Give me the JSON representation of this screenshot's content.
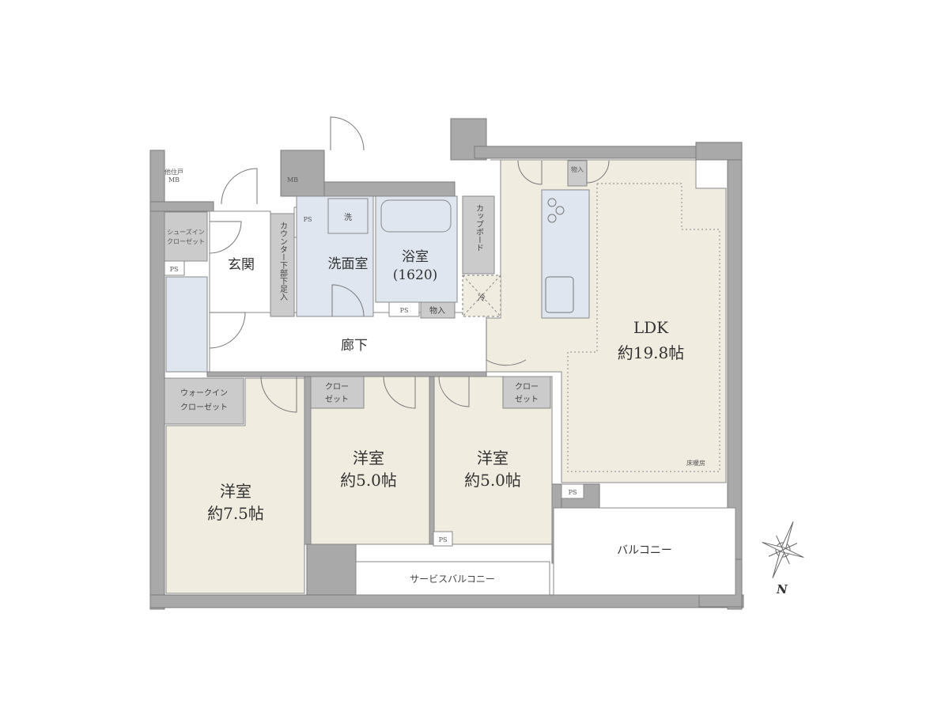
{
  "plan": {
    "ldk": {
      "name": "LDK",
      "size": "約19.8帖",
      "floor_heating": "床暖房"
    },
    "bedroom_large": {
      "name": "洋室",
      "size": "約7.5帖"
    },
    "bedroom_mid": {
      "name": "洋室",
      "size": "約5.0帖"
    },
    "bedroom_right": {
      "name": "洋室",
      "size": "約5.0帖"
    },
    "entrance": "玄関",
    "corridor": "廊下",
    "washroom": "洗面室",
    "bathroom": {
      "name": "浴室",
      "size": "(1620)"
    },
    "washer": "洗",
    "shoes_closet": [
      "シューズイン",
      "クローゼット"
    ],
    "walkin_closet": [
      "ウォークイン",
      "クローゼット"
    ],
    "closet_mid": [
      "クロー",
      "ゼット"
    ],
    "closet_right": [
      "クロー",
      "ゼット"
    ],
    "counter": "カウンター下部下足入",
    "cupboard": "カップボード",
    "storage": "物入",
    "vent": "冷",
    "ps": "PS",
    "mb": "MB",
    "other_mb": [
      "他住戸",
      "MB"
    ],
    "service_balcony": "サービスバルコニー",
    "balcony": "バルコニー",
    "north": "N"
  },
  "colors": {
    "wall": "#a9a9a9",
    "room": "#f1ece0",
    "wet": "#dfe6ef",
    "storage": "#cbcbcb"
  }
}
